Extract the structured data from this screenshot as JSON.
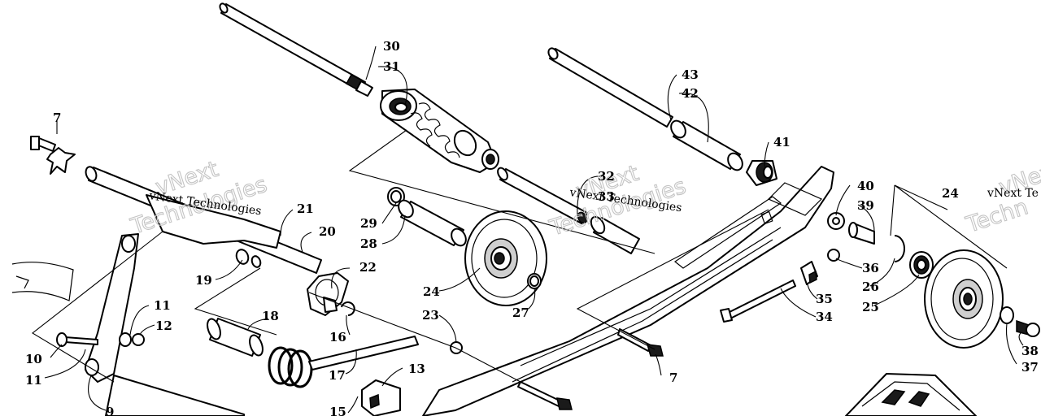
{
  "watermark": {
    "small": "vNext Technologies",
    "small_clipped": "vNext Te",
    "large_line1": "vNext",
    "large_line2": "Technologies",
    "large_line2_clipped": "Techn"
  },
  "callouts": {
    "c30": "30",
    "c31": "31",
    "c43": "43",
    "c42": "42",
    "c41": "41",
    "c7a": "7",
    "c7b": "7",
    "c32": "32",
    "c33": "33",
    "c21": "21",
    "c20": "20",
    "c22": "22",
    "c19": "19",
    "c29": "29",
    "c28": "28",
    "c24a": "24",
    "c24b": "24",
    "c27": "27",
    "c23": "23",
    "c40": "40",
    "c39": "39",
    "c36": "36",
    "c26": "26",
    "c25": "25",
    "c35": "35",
    "c34": "34",
    "c18": "18",
    "c16": "16",
    "c17": "17",
    "c13": "13",
    "c15": "15",
    "c11a": "11",
    "c11b": "11",
    "c12": "12",
    "c10": "10",
    "c9": "9",
    "c38": "38",
    "c37": "37"
  },
  "colors": {
    "ink": "#000000",
    "watermark": "#c4c4c4",
    "paper": "#ffffff"
  }
}
